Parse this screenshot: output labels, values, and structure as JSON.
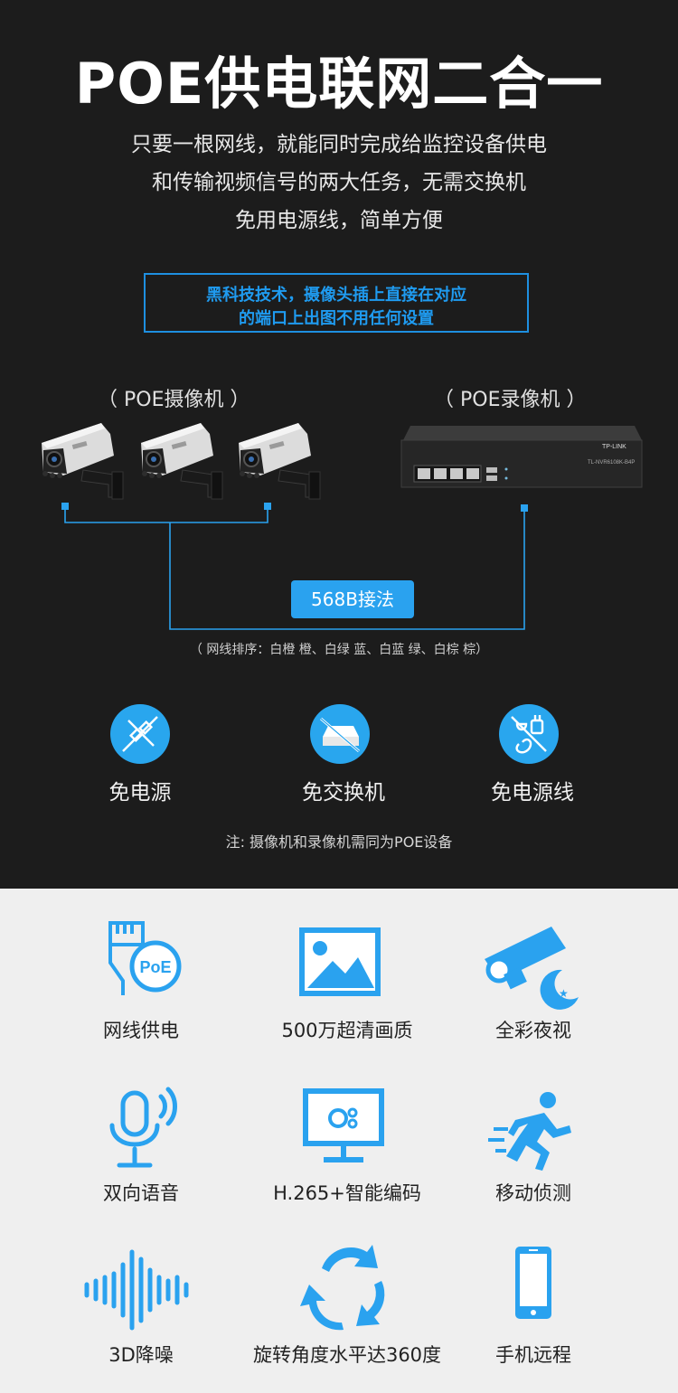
{
  "header": {
    "title": "POE供电联网二合一",
    "desc_lines": [
      "只要一根网线，就能同时完成给监控设备供电",
      "和传输视频信号的两大任务，无需交换机",
      "免用电源线，简单方便"
    ],
    "highlight_lines": [
      "黑科技技术，摄像头插上直接在对应",
      "的端口上出图不用任何设置"
    ]
  },
  "diagram": {
    "camera_label": "（ POE摄像机 ）",
    "nvr_label": "（ POE录像机 ）",
    "nvr_brand": "TP-LINK",
    "nvr_model": "TL-NVR6108K-B4P",
    "wiring_button": "568B接法",
    "wiring_order": "（ 网线排序：白橙 橙、白绿 蓝、白蓝 绿、白棕 棕）"
  },
  "features": [
    {
      "label": "免电源",
      "icon": "no-power-icon"
    },
    {
      "label": "免交换机",
      "icon": "no-switch-icon"
    },
    {
      "label": "免电源线",
      "icon": "no-power-cord-icon"
    }
  ],
  "note": "注: 摄像机和录像机需同为POE设备",
  "specs": [
    {
      "label": "网线供电",
      "icon": "poe-cable-icon",
      "badge": "PoE"
    },
    {
      "label": "500万超清画质",
      "icon": "image-quality-icon"
    },
    {
      "label": "全彩夜视",
      "icon": "night-vision-icon"
    },
    {
      "label": "双向语音",
      "icon": "microphone-icon"
    },
    {
      "label": "H.265+智能编码",
      "icon": "encoding-monitor-icon"
    },
    {
      "label": "移动侦测",
      "icon": "motion-detect-icon"
    },
    {
      "label": "3D降噪",
      "icon": "noise-reduction-icon"
    },
    {
      "label": "旋转角度水平达360度",
      "icon": "rotation-icon"
    },
    {
      "label": "手机远程",
      "icon": "mobile-phone-icon"
    }
  ],
  "colors": {
    "accent": "#29a6ee",
    "dark_bg": "#1c1c1c",
    "light_bg": "#efefef"
  }
}
